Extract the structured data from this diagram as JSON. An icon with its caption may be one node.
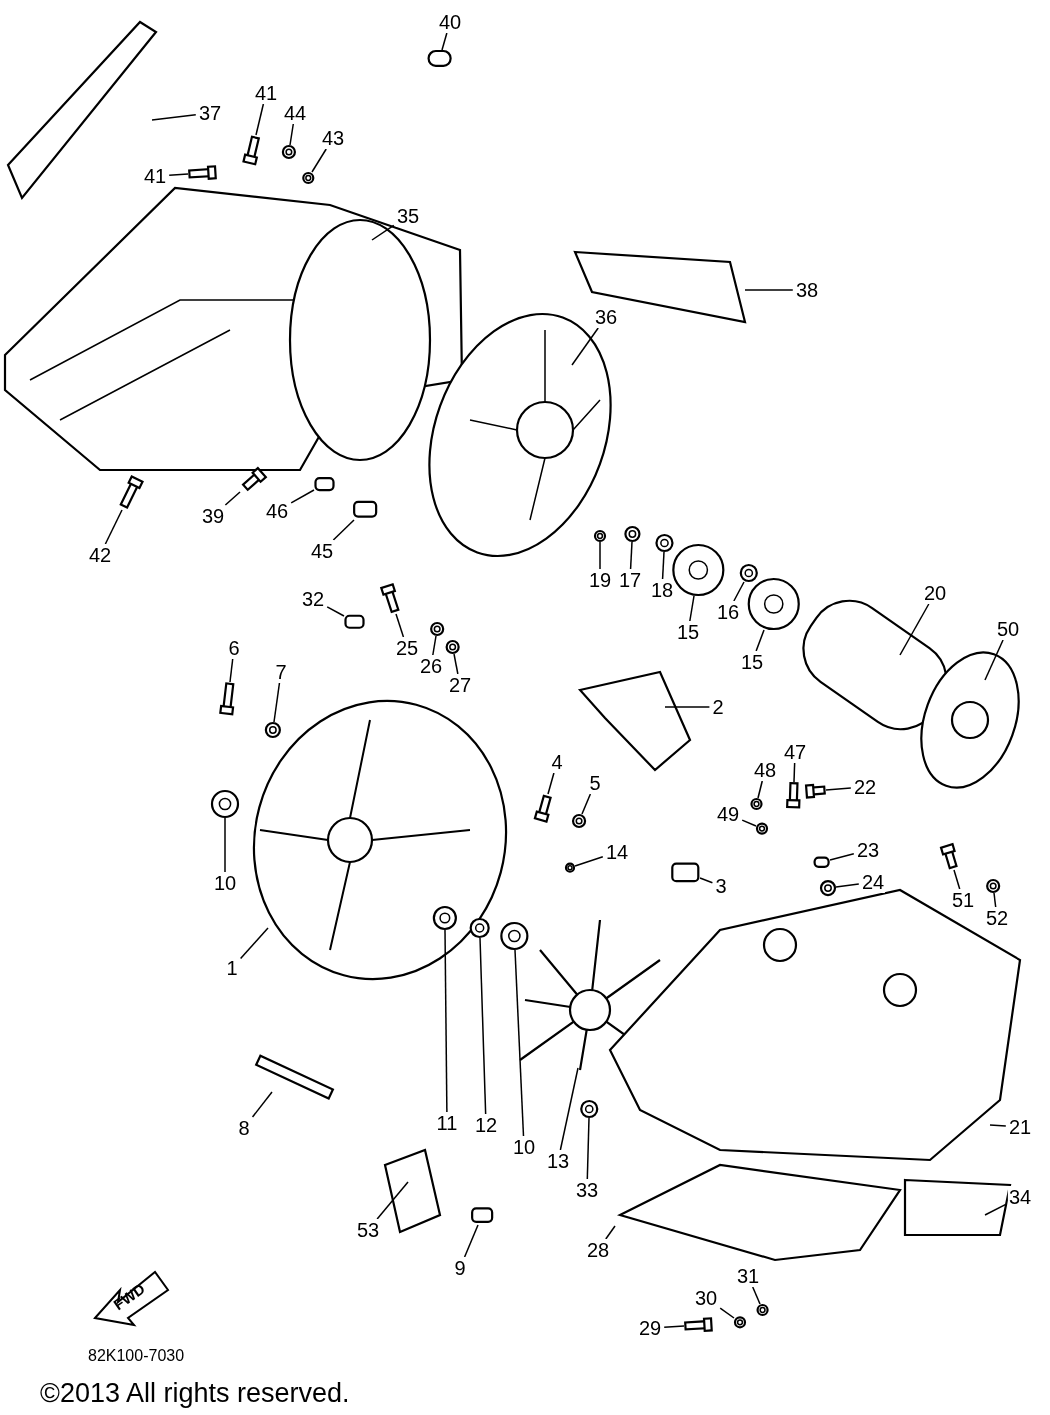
{
  "diagram": {
    "nodes": [
      {
        "text": [
          "37"
        ]
      },
      {
        "text": [
          "41"
        ]
      },
      {
        "text": [
          "44"
        ]
      },
      {
        "text": [
          "43"
        ]
      },
      {
        "text": [
          "40"
        ]
      },
      {
        "text": [
          "41"
        ]
      },
      {
        "text": [
          "35"
        ]
      },
      {
        "text": [
          "38"
        ]
      },
      {
        "text": [
          "36"
        ]
      },
      {
        "text": [
          "42"
        ]
      },
      {
        "text": [
          "39"
        ]
      },
      {
        "text": [
          "46"
        ]
      },
      {
        "text": [
          "45"
        ]
      },
      {
        "text": [
          "19"
        ]
      },
      {
        "text": [
          "17"
        ]
      },
      {
        "text": [
          "18"
        ]
      },
      {
        "text": [
          "15"
        ]
      },
      {
        "text": [
          "16"
        ]
      },
      {
        "text": [
          "15"
        ]
      },
      {
        "text": [
          "20"
        ]
      },
      {
        "text": [
          "50"
        ]
      },
      {
        "text": [
          "32"
        ]
      },
      {
        "text": [
          "25"
        ]
      },
      {
        "text": [
          "26"
        ]
      },
      {
        "text": [
          "27"
        ]
      },
      {
        "text": [
          "6"
        ]
      },
      {
        "text": [
          "7"
        ]
      },
      {
        "text": [
          "2"
        ]
      },
      {
        "text": [
          "47"
        ]
      },
      {
        "text": [
          "48"
        ]
      },
      {
        "text": [
          "49"
        ]
      },
      {
        "text": [
          "22"
        ]
      },
      {
        "text": [
          "4"
        ]
      },
      {
        "text": [
          "5"
        ]
      },
      {
        "text": [
          "23"
        ]
      },
      {
        "text": [
          "24"
        ]
      },
      {
        "text": [
          "14"
        ]
      },
      {
        "text": [
          "3"
        ]
      },
      {
        "text": [
          "10"
        ]
      },
      {
        "text": [
          "51"
        ]
      },
      {
        "text": [
          "52"
        ]
      },
      {
        "text": [
          "1"
        ]
      },
      {
        "text": [
          "11"
        ]
      },
      {
        "text": [
          "12"
        ]
      },
      {
        "text": [
          "10"
        ]
      },
      {
        "text": [
          "13"
        ]
      },
      {
        "text": [
          "33"
        ]
      },
      {
        "text": [
          "21"
        ]
      },
      {
        "text": [
          "34"
        ]
      },
      {
        "text": [
          "8"
        ]
      },
      {
        "text": [
          "53"
        ]
      },
      {
        "text": [
          "9"
        ]
      },
      {
        "text": [
          "28"
        ]
      },
      {
        "text": [
          "31"
        ]
      },
      {
        "text": [
          "30"
        ]
      },
      {
        "text": [
          "29"
        ]
      },
      {
        "text": [],
        "shape": "bar"
      },
      {
        "text": [],
        "shape": "picture"
      },
      {
        "text": [],
        "shape": "picture"
      },
      {
        "text": [],
        "shape": "box"
      },
      {
        "text": [],
        "shape": "bar"
      },
      {
        "text": [],
        "shape": "bar"
      },
      {
        "text": [],
        "shape": "bar"
      },
      {
        "text": [],
        "shape": "box"
      },
      {
        "text": [],
        "shape": "box"
      },
      {
        "text": [],
        "shape": "picture"
      },
      {
        "text": [],
        "shape": "picture"
      },
      {
        "text": [],
        "shape": "picture"
      },
      {
        "text": [],
        "shape": "picture"
      },
      {
        "text": [],
        "shape": "picture"
      },
      {
        "text": [],
        "shape": "picture"
      },
      {
        "text": [],
        "shape": "box"
      },
      {
        "text": [],
        "shape": "bar"
      },
      {
        "text": [],
        "shape": "picture"
      },
      {
        "text": [],
        "shape": "picture"
      },
      {
        "text": [],
        "shape": "bar"
      },
      {
        "text": [],
        "shape": "picture"
      },
      {
        "text": [],
        "shape": "bar"
      },
      {
        "text": [],
        "shape": "picture"
      },
      {
        "text": [],
        "shape": "picture"
      },
      {
        "text": [],
        "shape": "bar"
      },
      {
        "text": [],
        "shape": "bar"
      },
      {
        "text": [],
        "shape": "picture"
      },
      {
        "text": [],
        "shape": "box"
      },
      {
        "text": [],
        "shape": "picture"
      },
      {
        "text": [],
        "shape": "picture"
      },
      {
        "text": [],
        "shape": "box"
      },
      {
        "text": [],
        "shape": "picture"
      },
      {
        "text": [],
        "shape": "bar"
      },
      {
        "text": [],
        "shape": "picture"
      },
      {
        "text": [],
        "shape": "picture"
      },
      {
        "text": [],
        "shape": "picture"
      },
      {
        "text": [],
        "shape": "picture"
      },
      {
        "text": [],
        "shape": "picture"
      },
      {
        "text": [],
        "shape": "box"
      },
      {
        "text": [],
        "shape": "picture"
      },
      {
        "text": [],
        "shape": "picture"
      },
      {
        "text": [],
        "shape": "bar"
      }
    ],
    "edges": [
      {
        "from": 0,
        "to": null,
        "arrow": "none"
      },
      {
        "from": 1,
        "to": 56,
        "arrow": "none"
      },
      {
        "from": 2,
        "to": 57,
        "arrow": "none"
      },
      {
        "from": 3,
        "to": 58,
        "arrow": "none"
      },
      {
        "from": 4,
        "to": 59,
        "arrow": "none"
      },
      {
        "from": 5,
        "to": 60,
        "arrow": "none"
      },
      {
        "from": 6,
        "to": null,
        "arrow": "none"
      },
      {
        "from": 7,
        "to": null,
        "arrow": "none"
      },
      {
        "from": 8,
        "to": null,
        "arrow": "none"
      },
      {
        "from": 9,
        "to": 61,
        "arrow": "none"
      },
      {
        "from": 10,
        "to": 62,
        "arrow": "none"
      },
      {
        "from": 11,
        "to": 63,
        "arrow": "none"
      },
      {
        "from": 12,
        "to": 64,
        "arrow": "none"
      },
      {
        "from": 13,
        "to": 65,
        "arrow": "none"
      },
      {
        "from": 14,
        "to": 66,
        "arrow": "none"
      },
      {
        "from": 15,
        "to": 67,
        "arrow": "none"
      },
      {
        "from": 16,
        "to": 68,
        "arrow": "none"
      },
      {
        "from": 17,
        "to": 69,
        "arrow": "none"
      },
      {
        "from": 18,
        "to": 70,
        "arrow": "none"
      },
      {
        "from": 19,
        "to": null,
        "arrow": "none"
      },
      {
        "from": 20,
        "to": null,
        "arrow": "none"
      },
      {
        "from": 21,
        "to": 71,
        "arrow": "none"
      },
      {
        "from": 22,
        "to": 72,
        "arrow": "none"
      },
      {
        "from": 23,
        "to": 73,
        "arrow": "none"
      },
      {
        "from": 24,
        "to": 74,
        "arrow": "none"
      },
      {
        "from": 25,
        "to": 75,
        "arrow": "none"
      },
      {
        "from": 26,
        "to": 76,
        "arrow": "none"
      },
      {
        "from": 27,
        "to": null,
        "arrow": "none"
      },
      {
        "from": 28,
        "to": 77,
        "arrow": "none"
      },
      {
        "from": 29,
        "to": 78,
        "arrow": "none"
      },
      {
        "from": 30,
        "to": 79,
        "arrow": "none"
      },
      {
        "from": 31,
        "to": 80,
        "arrow": "none"
      },
      {
        "from": 32,
        "to": 81,
        "arrow": "none"
      },
      {
        "from": 33,
        "to": 82,
        "arrow": "none"
      },
      {
        "from": 34,
        "to": 83,
        "arrow": "none"
      },
      {
        "from": 35,
        "to": 84,
        "arrow": "none"
      },
      {
        "from": 36,
        "to": 85,
        "arrow": "none"
      },
      {
        "from": 37,
        "to": 86,
        "arrow": "none"
      },
      {
        "from": 38,
        "to": 87,
        "arrow": "none"
      },
      {
        "from": 39,
        "to": 88,
        "arrow": "none"
      },
      {
        "from": 40,
        "to": 89,
        "arrow": "none"
      },
      {
        "from": 41,
        "to": null,
        "arrow": "none"
      },
      {
        "from": 42,
        "to": 90,
        "arrow": "none"
      },
      {
        "from": 43,
        "to": 91,
        "arrow": "none"
      },
      {
        "from": 44,
        "to": 92,
        "arrow": "none"
      },
      {
        "from": 45,
        "to": null,
        "arrow": "none"
      },
      {
        "from": 46,
        "to": 93,
        "arrow": "none"
      },
      {
        "from": 47,
        "to": null,
        "arrow": "none"
      },
      {
        "from": 48,
        "to": null,
        "arrow": "none"
      },
      {
        "from": 49,
        "to": null,
        "arrow": "none"
      },
      {
        "from": 50,
        "to": null,
        "arrow": "none"
      },
      {
        "from": 51,
        "to": 94,
        "arrow": "none"
      },
      {
        "from": 52,
        "to": null,
        "arrow": "none"
      },
      {
        "from": 53,
        "to": 95,
        "arrow": "none"
      },
      {
        "from": 54,
        "to": 96,
        "arrow": "none"
      },
      {
        "from": 55,
        "to": 97,
        "arrow": "none"
      }
    ],
    "labels": [
      "FWD",
      "82K100-7030",
      "©2013 All rights reserved."
    ]
  }
}
